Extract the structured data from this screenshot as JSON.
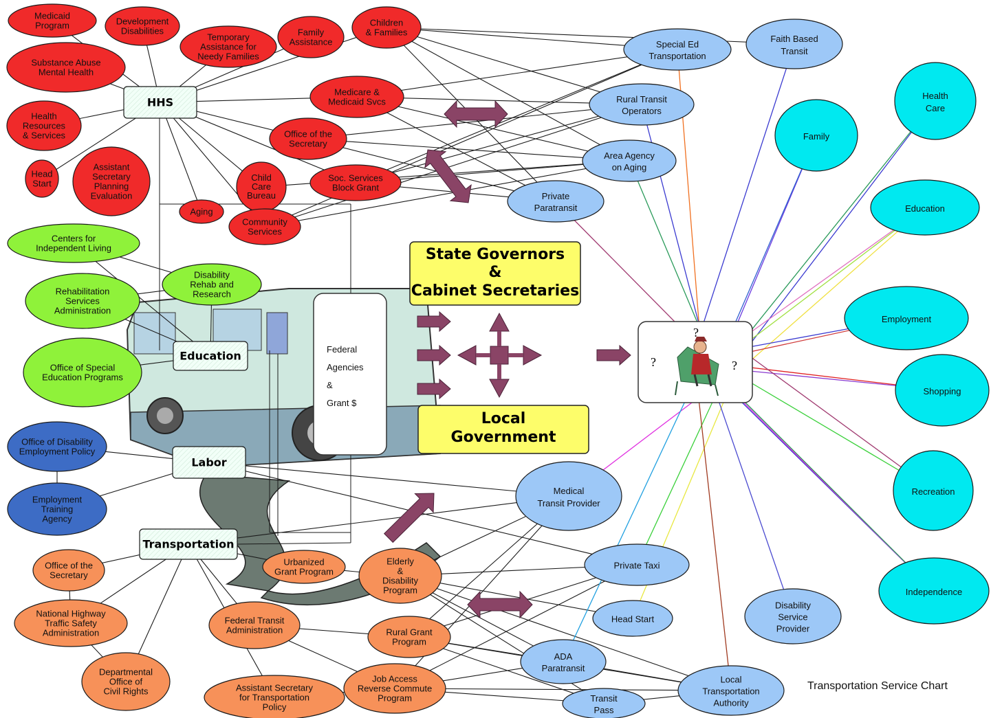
{
  "caption": "Transportation Service Chart",
  "central_box": {
    "lines": [
      "Federal",
      "Agencies",
      "&",
      "Grant $"
    ]
  },
  "state_box": {
    "lines": [
      "State Governors",
      "&",
      "Cabinet Secretaries"
    ]
  },
  "local_box": {
    "lines": [
      "Local",
      "Government"
    ]
  },
  "rider_marks": [
    "?",
    "?",
    "?"
  ],
  "departments": [
    {
      "id": "hhs",
      "label": "HHS"
    },
    {
      "id": "education",
      "label": "Education"
    },
    {
      "id": "labor",
      "label": "Labor"
    },
    {
      "id": "transportation",
      "label": "Transportation"
    }
  ],
  "nodes": [
    {
      "id": "medicaid",
      "lines": [
        "Medicaid",
        "Program"
      ],
      "group": "hhs"
    },
    {
      "id": "devdis",
      "lines": [
        "Development",
        "Disabilities"
      ],
      "group": "hhs"
    },
    {
      "id": "tanf",
      "lines": [
        "Temporary",
        "Assistance for",
        "Needy Families"
      ],
      "group": "hhs"
    },
    {
      "id": "famassist",
      "lines": [
        "Family",
        "Assistance"
      ],
      "group": "hhs"
    },
    {
      "id": "children",
      "lines": [
        "Children",
        "& Families"
      ],
      "group": "hhs"
    },
    {
      "id": "subabuse",
      "lines": [
        "Substance Abuse",
        "Mental Health"
      ],
      "group": "hhs"
    },
    {
      "id": "hrsa",
      "lines": [
        "Health",
        "Resources",
        "& Services"
      ],
      "group": "hhs"
    },
    {
      "id": "headstart_h",
      "lines": [
        "Head",
        "Start"
      ],
      "group": "hhs"
    },
    {
      "id": "aspe",
      "lines": [
        "Assistant",
        "Secretary",
        "Planning",
        "Evaluation"
      ],
      "group": "hhs"
    },
    {
      "id": "medicare",
      "lines": [
        "Medicare &",
        "Medicaid Svcs"
      ],
      "group": "hhs"
    },
    {
      "id": "ofsec_h",
      "lines": [
        "Office of the",
        "Secretary"
      ],
      "group": "hhs"
    },
    {
      "id": "childcare",
      "lines": [
        "Child",
        "Care",
        "Bureau"
      ],
      "group": "hhs"
    },
    {
      "id": "socserv",
      "lines": [
        "Soc. Services",
        "Block Grant"
      ],
      "group": "hhs"
    },
    {
      "id": "aging",
      "lines": [
        "Aging"
      ],
      "group": "hhs"
    },
    {
      "id": "community",
      "lines": [
        "Community",
        "Services"
      ],
      "group": "hhs"
    },
    {
      "id": "cil",
      "lines": [
        "Centers for",
        "Independent Living"
      ],
      "group": "edu"
    },
    {
      "id": "drr",
      "lines": [
        "Disability",
        "Rehab and",
        "Research"
      ],
      "group": "edu"
    },
    {
      "id": "rsa",
      "lines": [
        "Rehabilitation",
        "Services",
        "Administration"
      ],
      "group": "edu"
    },
    {
      "id": "osep",
      "lines": [
        "Office of Special",
        "Education Programs"
      ],
      "group": "edu"
    },
    {
      "id": "odep",
      "lines": [
        "Office of Disability",
        "Employment Policy"
      ],
      "group": "labor"
    },
    {
      "id": "eta",
      "lines": [
        "Employment",
        "Training",
        "Agency"
      ],
      "group": "labor"
    },
    {
      "id": "ofsec_t",
      "lines": [
        "Office of the",
        "Secretary"
      ],
      "group": "dot"
    },
    {
      "id": "nhtsa",
      "lines": [
        "National Highway",
        "Traffic Safety",
        "Administration"
      ],
      "group": "dot"
    },
    {
      "id": "docr",
      "lines": [
        "Departmental",
        "Office of",
        "Civil Rights"
      ],
      "group": "dot"
    },
    {
      "id": "fta",
      "lines": [
        "Federal Transit",
        "Administration"
      ],
      "group": "dot"
    },
    {
      "id": "astp",
      "lines": [
        "Assistant Secretary",
        "for Transportation",
        "Policy"
      ],
      "group": "dot"
    },
    {
      "id": "urban",
      "lines": [
        "Urbanized",
        "Grant Program"
      ],
      "group": "dot"
    },
    {
      "id": "elderly",
      "lines": [
        "Elderly",
        "&",
        "Disability",
        "Program"
      ],
      "group": "dot"
    },
    {
      "id": "rural",
      "lines": [
        "Rural Grant",
        "Program"
      ],
      "group": "dot"
    },
    {
      "id": "jarc",
      "lines": [
        "Job Access",
        "Reverse Commute",
        "Program"
      ],
      "group": "dot"
    },
    {
      "id": "sped",
      "lines": [
        "Special Ed",
        "Transportation"
      ],
      "group": "provider"
    },
    {
      "id": "faith",
      "lines": [
        "Faith Based",
        "Transit"
      ],
      "group": "provider"
    },
    {
      "id": "ruraltransit",
      "lines": [
        "Rural Transit",
        "Operators"
      ],
      "group": "provider"
    },
    {
      "id": "aaa",
      "lines": [
        "Area Agency",
        "on Aging"
      ],
      "group": "provider"
    },
    {
      "id": "privpara",
      "lines": [
        "Private",
        "Paratransit"
      ],
      "group": "provider"
    },
    {
      "id": "medtransit",
      "lines": [
        "Medical",
        "Transit Provider"
      ],
      "group": "provider"
    },
    {
      "id": "taxi",
      "lines": [
        "Private Taxi"
      ],
      "group": "provider"
    },
    {
      "id": "headstart_p",
      "lines": [
        "Head Start"
      ],
      "group": "provider"
    },
    {
      "id": "ada",
      "lines": [
        "ADA",
        "Paratransit"
      ],
      "group": "provider"
    },
    {
      "id": "transitpass",
      "lines": [
        "Transit",
        "Pass"
      ],
      "group": "provider"
    },
    {
      "id": "lta",
      "lines": [
        "Local",
        "Transportation",
        "Authority"
      ],
      "group": "provider"
    },
    {
      "id": "dsp",
      "lines": [
        "Disability",
        "Service",
        "Provider"
      ],
      "group": "provider"
    },
    {
      "id": "family",
      "lines": [
        "Family"
      ],
      "group": "need"
    },
    {
      "id": "health",
      "lines": [
        "Health",
        "Care"
      ],
      "group": "need"
    },
    {
      "id": "education_n",
      "lines": [
        "Education"
      ],
      "group": "need"
    },
    {
      "id": "employment",
      "lines": [
        "Employment"
      ],
      "group": "need"
    },
    {
      "id": "shopping",
      "lines": [
        "Shopping"
      ],
      "group": "need"
    },
    {
      "id": "recreation",
      "lines": [
        "Recreation"
      ],
      "group": "need"
    },
    {
      "id": "independence",
      "lines": [
        "Independence"
      ],
      "group": "need"
    }
  ],
  "colors": {
    "hhs": "#f02a2a",
    "edu": "#8ff23a",
    "labor": "#3d6cc5",
    "dot": "#f79159",
    "provider": "#9dc8f7",
    "need": "#00e9f0",
    "arrow": "#8a4466",
    "yellow_box": "#fdfd6a",
    "dept_box": "#eafdf4"
  }
}
